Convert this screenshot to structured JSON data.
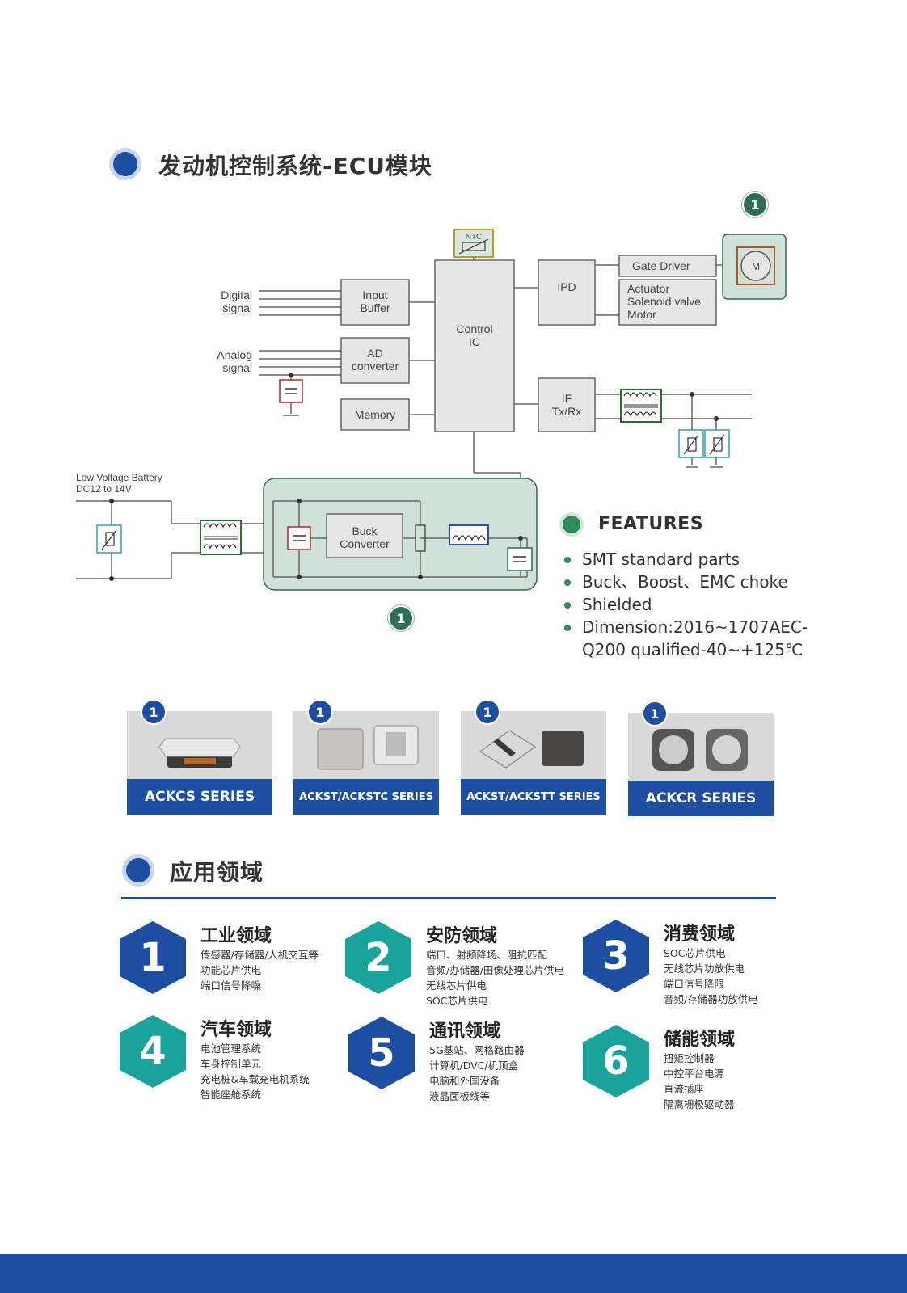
{
  "section1": {
    "title": "发动机控制系统-ECU模块"
  },
  "diagram": {
    "badge": "1",
    "blocks": {
      "digital_signal": [
        "Digital",
        "signal"
      ],
      "analog_signal": [
        "Analog",
        "signal"
      ],
      "input_buffer": [
        "Input",
        "Buffer"
      ],
      "ad_converter": [
        "AD",
        "converter"
      ],
      "memory": "Memory",
      "control_ic": [
        "Control",
        "IC"
      ],
      "ntc": "NTC",
      "ipd": "IPD",
      "gate_driver": "Gate Driver",
      "actuator": [
        "Actuator",
        "Solenoid valve",
        "Motor"
      ],
      "motor": "M",
      "if_txrx": [
        "IF",
        "Tx/Rx"
      ],
      "battery": [
        "Low Voltage Battery",
        "DC12 to 14V"
      ],
      "buck_converter": [
        "Buck",
        "Converter"
      ]
    }
  },
  "features": {
    "title": "FEATURES",
    "items": [
      "SMT standard parts",
      "Buck、Boost、EMC choke",
      "Shielded",
      "Dimension:2016~1707AEC-Q200 qualified-40~+125℃"
    ]
  },
  "products": [
    {
      "badge": "1",
      "label": "ACKCS SERIES"
    },
    {
      "badge": "1",
      "label": "ACKST/ACKSTC SERIES"
    },
    {
      "badge": "1",
      "label": "ACKST/ACKSTT SERIES"
    },
    {
      "badge": "1",
      "label": "ACKCR SERIES"
    }
  ],
  "section2": {
    "title": "应用领域"
  },
  "applications": [
    {
      "num": "1",
      "title": "工业领域",
      "color": "#1e4ea1",
      "lines": [
        "传感器/存储器/人机交互等",
        "功能芯片供电",
        "端口信号降噪"
      ]
    },
    {
      "num": "2",
      "title": "安防领域",
      "color": "#1aa39a",
      "lines": [
        "端口、射频降场、阻抗匹配",
        "音频/办储器/田像处理芯片供电",
        "无线芯片供电",
        "SOC芯片供电"
      ]
    },
    {
      "num": "3",
      "title": "消费领域",
      "color": "#1e4ea1",
      "lines": [
        "SOC芯片供电",
        "无线芯片功放供电",
        "端口信号降限",
        "音频/存储器功放供电"
      ]
    },
    {
      "num": "4",
      "title": "汽车领域",
      "color": "#1aa39a",
      "lines": [
        "电池管理系统",
        "车身控制单元",
        "充电桩&车载充电机系统",
        "智能座舱系统"
      ]
    },
    {
      "num": "5",
      "title": "通讯领域",
      "color": "#1e4ea1",
      "lines": [
        "5G基站、网格路由器",
        "计算机/DVC/机顶盒",
        "电脑和外国没备",
        "液晶面板线等"
      ]
    },
    {
      "num": "6",
      "title": "储能领域",
      "color": "#1aa39a",
      "lines": [
        "扭矩控制器",
        "中控平台电源",
        "直流插座",
        "隔离栅极驱动器"
      ]
    }
  ]
}
